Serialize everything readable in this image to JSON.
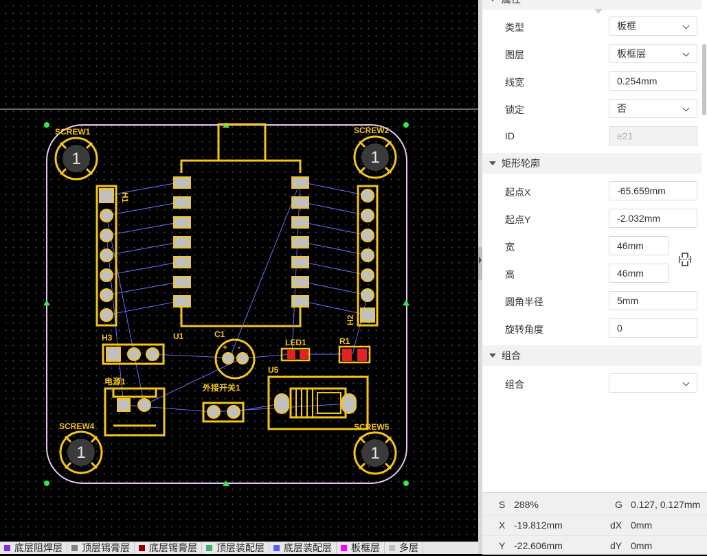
{
  "canvas": {
    "background": "#000000",
    "board_outline_color": "#e8c8f0",
    "silk_color": "#f5c518",
    "ratsnest_color": "#6a6aff",
    "components": {
      "screw1": "SCREW1",
      "screw2": "SCREW2",
      "screw4": "SCREW4",
      "screw5": "SCREW5",
      "screw_pad": "1",
      "h1": "H1",
      "h2": "H2",
      "h3": "H3",
      "u1": "U1",
      "c1": "C1",
      "c1_plus": "+",
      "c1_minus": "-",
      "led1": "LED1",
      "r1": "R1",
      "u5": "U5",
      "power1": "电源1",
      "ext_switch1": "外接开关1"
    }
  },
  "panel": {
    "top_section": "属性",
    "props": {
      "type_label": "类型",
      "type_value": "板框",
      "layer_label": "图层",
      "layer_value": "板框层",
      "linewidth_label": "线宽",
      "linewidth_value": "0.254mm",
      "lock_label": "锁定",
      "lock_value": "否",
      "id_label": "ID",
      "id_value": "e21"
    },
    "rect_section": "矩形轮廓",
    "rect": {
      "startx_label": "起点X",
      "startx_value": "-65.659mm",
      "starty_label": "起点Y",
      "starty_value": "-2.032mm",
      "width_label": "宽",
      "width_value": "46mm",
      "height_label": "高",
      "height_value": "46mm",
      "radius_label": "圆角半径",
      "radius_value": "5mm",
      "rotation_label": "旋转角度",
      "rotation_value": "0"
    },
    "group_section": "组合",
    "group": {
      "group_label": "组合",
      "group_value": ""
    }
  },
  "status": {
    "s_label": "S",
    "s_value": "288%",
    "g_label": "G",
    "g_value": "0.127, 0.127mm",
    "x_label": "X",
    "x_value": "-19.812mm",
    "dx_label": "dX",
    "dx_value": "0mm",
    "y_label": "Y",
    "y_value": "-22.606mm",
    "dy_label": "dY",
    "dy_value": "0mm"
  },
  "layers": [
    {
      "name": "底层阻焊层",
      "color": "#8a2be2"
    },
    {
      "name": "顶层锡膏层",
      "color": "#808080"
    },
    {
      "name": "底层锡膏层",
      "color": "#8b0000"
    },
    {
      "name": "顶层装配层",
      "color": "#3cb371"
    },
    {
      "name": "底层装配层",
      "color": "#5a5aff"
    },
    {
      "name": "板框层",
      "color": "#ff00ff"
    },
    {
      "name": "多层",
      "color": "#c0c0c0"
    }
  ]
}
